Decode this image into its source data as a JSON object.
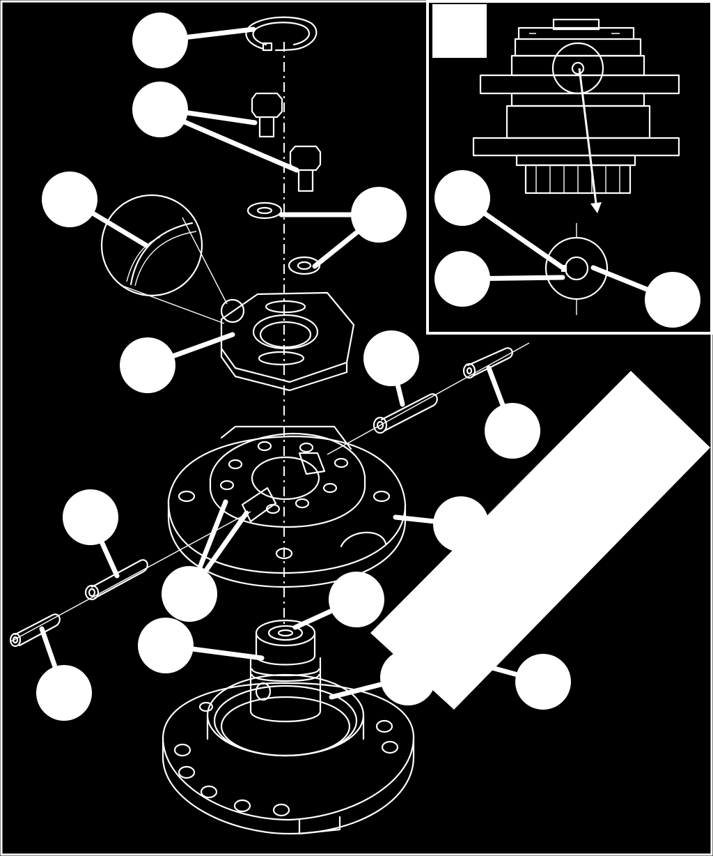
{
  "diagram": {
    "colors": {
      "background": "#000000",
      "line": "#ffffff"
    },
    "callouts": [
      {
        "id": "snap-ring"
      },
      {
        "id": "bolts"
      },
      {
        "id": "thread-detail"
      },
      {
        "id": "washers"
      },
      {
        "id": "nut"
      },
      {
        "id": "pin-upper-inner"
      },
      {
        "id": "pin-upper-outer"
      },
      {
        "id": "pin-lower-inner"
      },
      {
        "id": "flange-slots"
      },
      {
        "id": "flange"
      },
      {
        "id": "shaft-top"
      },
      {
        "id": "shaft-groove"
      },
      {
        "id": "pin-lower-outer"
      },
      {
        "id": "hub"
      },
      {
        "id": "hub-right"
      },
      {
        "id": "inset-top"
      },
      {
        "id": "inset-left"
      },
      {
        "id": "inset-right"
      }
    ]
  }
}
